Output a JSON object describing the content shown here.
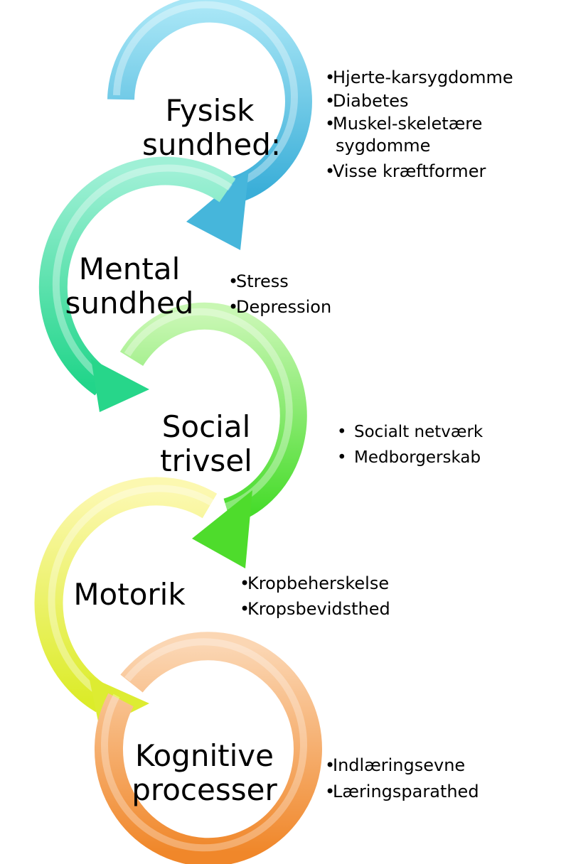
{
  "sections": [
    {
      "id": "fysisk",
      "title_lines": [
        "Fysisk",
        "sundhed:"
      ],
      "color": "#57c6e8",
      "items": [
        [
          "Hjerte-karsygdomme"
        ],
        [
          "Diabetes"
        ],
        [
          "Muskel-skeletære",
          "sygdomme"
        ],
        [
          "Visse kræftformer"
        ]
      ]
    },
    {
      "id": "mental",
      "title_lines": [
        "Mental",
        "sundhed"
      ],
      "color": "#3fdc9a",
      "items": [
        [
          "Stress"
        ],
        [
          "Depression"
        ]
      ]
    },
    {
      "id": "social",
      "title_lines": [
        "Social",
        "trivsel"
      ],
      "color": "#5ee83a",
      "items": [
        [
          "Socialt netværk"
        ],
        [
          "Medborgerskab"
        ]
      ]
    },
    {
      "id": "motorik",
      "title_lines": [
        "Motorik"
      ],
      "color": "#e6f03c",
      "items": [
        [
          "Kropbeherskelse"
        ],
        [
          "Kropsbevidsthed"
        ]
      ]
    },
    {
      "id": "kognitive",
      "title_lines": [
        "Kognitive",
        "processer"
      ],
      "color": "#f59a3a",
      "items": [
        [
          "Indlæringsevne"
        ],
        [
          "Læringsparathed"
        ]
      ]
    }
  ]
}
